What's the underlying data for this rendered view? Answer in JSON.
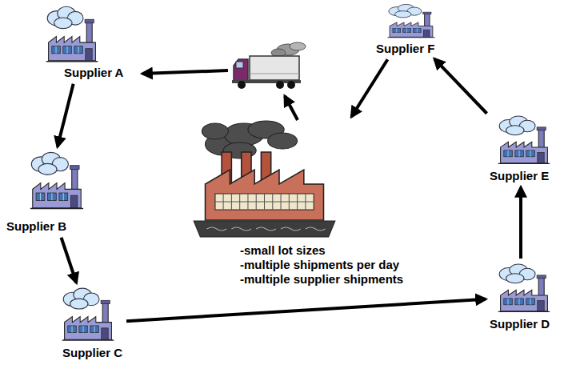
{
  "diagram": {
    "nodes": [
      {
        "text": [
          "Supplier A"
        ]
      },
      {
        "text": [
          "Supplier B"
        ]
      },
      {
        "text": [
          "Supplier C"
        ]
      },
      {
        "text": [
          "Supplier D"
        ]
      },
      {
        "text": [
          "Supplier E"
        ]
      },
      {
        "text": [
          "Supplier F"
        ]
      },
      {
        "text": [
          "-small lot sizes",
          "-multiple shipments per day",
          "-multiple supplier shipments"
        ]
      }
    ],
    "edges": [
      {
        "from": 0,
        "to": 1,
        "arrow": "to"
      },
      {
        "from": 1,
        "to": 2,
        "arrow": "to"
      },
      {
        "from": 2,
        "to": 3,
        "arrow": "to"
      },
      {
        "from": 3,
        "to": 4,
        "arrow": "to"
      },
      {
        "from": 4,
        "to": 5,
        "arrow": "to"
      },
      {
        "from": 5,
        "to": 6,
        "arrow": "to"
      }
    ]
  }
}
